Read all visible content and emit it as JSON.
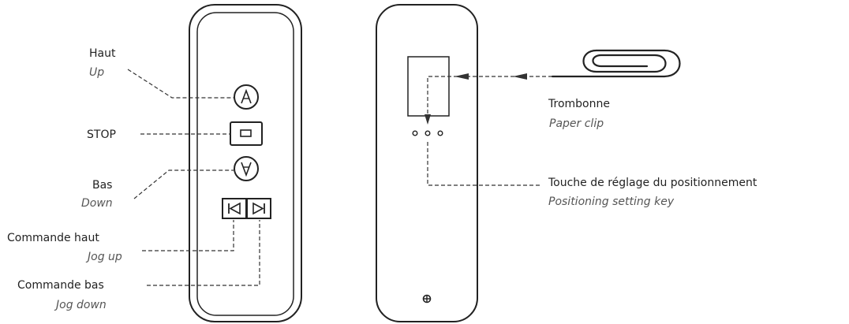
{
  "remote_front": {
    "labels": {
      "up_fr": "Haut",
      "up_en": "Up",
      "stop": "STOP",
      "down_fr": "Bas",
      "down_en": "Down",
      "jog_up_fr": "Commande haut",
      "jog_up_en": "Jog up",
      "jog_down_fr": "Commande bas",
      "jog_down_en": "Jog down"
    },
    "buttons": [
      {
        "id": "up",
        "icon": "up-arrow-icon"
      },
      {
        "id": "stop",
        "icon": "stop-icon"
      },
      {
        "id": "down",
        "icon": "down-arrow-icon"
      },
      {
        "id": "jog_up",
        "icon": "jog-up-icon"
      },
      {
        "id": "jog_down",
        "icon": "jog-down-icon"
      }
    ]
  },
  "remote_back": {
    "labels": {
      "paper_clip_fr": "Trombonne",
      "paper_clip_en": "Paper clip",
      "setting_key_fr": "Touche de réglage du positionnement",
      "setting_key_en": "Positioning setting key"
    },
    "icons": [
      "paper-clip-icon",
      "screw-icon"
    ]
  }
}
